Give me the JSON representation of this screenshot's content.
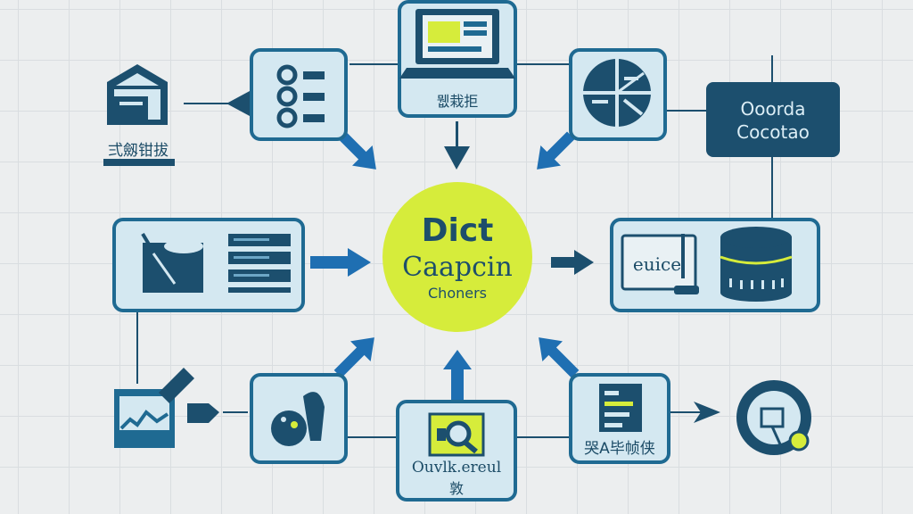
{
  "hub": {
    "title": "Dict",
    "subtitle": "Caapcin",
    "caption": "Choners"
  },
  "nodes": {
    "top_laptop": {
      "label": "뭾栽拒"
    },
    "top_left_list": {
      "label": ""
    },
    "house": {
      "label": "弍劔钳拔"
    },
    "dark_box": {
      "line1": "Ooorda",
      "line2": "Cocotao"
    },
    "mid_left": {
      "label": ""
    },
    "mid_right": {
      "label": "euice"
    },
    "bottom_center": {
      "line1": "Ouvlk.ereul",
      "line2": "敦"
    },
    "bottom_right": {
      "label": "哭A毕帧侠"
    }
  },
  "colors": {
    "panel_fill": "#d4e8f1",
    "panel_border": "#1f6a92",
    "dark_navy": "#1c4f6e",
    "accent_lime": "#d6ec3b",
    "arrow_blue": "#1f6fb2"
  }
}
